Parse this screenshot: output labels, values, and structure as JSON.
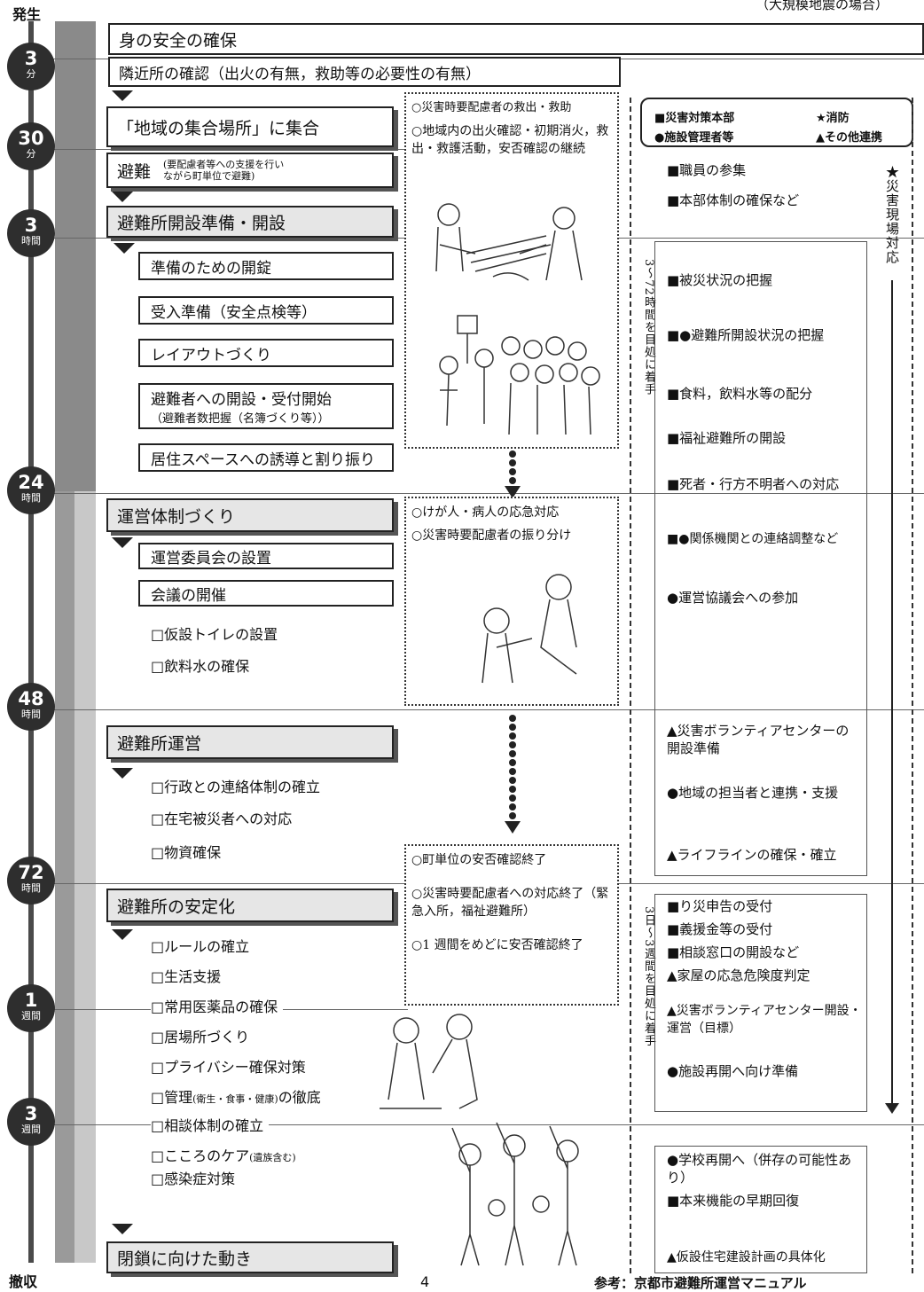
{
  "header": {
    "start_label": "発生",
    "end_label": "撤収",
    "scope_note": "（大規模地震の場合）"
  },
  "markers": [
    {
      "n": "3",
      "u": "分"
    },
    {
      "n": "30",
      "u": "分"
    },
    {
      "n": "3",
      "u": "時間"
    },
    {
      "n": "24",
      "u": "時間"
    },
    {
      "n": "48",
      "u": "時間"
    },
    {
      "n": "72",
      "u": "時間"
    },
    {
      "n": "1",
      "u": "週間"
    },
    {
      "n": "3",
      "u": "週間"
    }
  ],
  "steps": {
    "s1": "身の安全の確保",
    "s2": "隣近所の確認（出火の有無，救助等の必要性の有無）",
    "s3": "「地域の集合場所」に集合",
    "s4_main": "避難",
    "s4_note": "(要配慮者等への支援を行い\nながら町単位で避難)",
    "s5": "避難所開設準備・開設",
    "s5_sub": [
      "準備のための開錠",
      "受入準備（安全点検等）",
      "レイアウトづくり",
      "避難者への開設・受付開始",
      "居住スペースへの誘導と割り振り"
    ],
    "s5_sub4_note": "（避難者数把握（名簿づくり等））",
    "s6": "運営体制づくり",
    "s6_sub": [
      "運営委員会の設置",
      "会議の開催"
    ],
    "s6_checks": [
      "□仮設トイレの設置",
      "□飲料水の確保"
    ],
    "s7": "避難所運営",
    "s7_checks": [
      "□行政との連絡体制の確立",
      "□在宅被災者への対応",
      "□物資確保"
    ],
    "s8": "避難所の安定化",
    "s8_checks": [
      "□ルールの確立",
      "□生活支援",
      "□常用医薬品の確保",
      "□居場所づくり",
      "□プライバシー確保対策",
      "□管理",
      "□相談体制の確立",
      "□こころのケア",
      "□感染症対策"
    ],
    "s8_check6_note": "(衛生・食事・健康)",
    "s8_check6_tail": "の徹底",
    "s8_check8_note": "(遺族含む)",
    "s9": "閉鎖に向けた動き"
  },
  "middle": {
    "box1": [
      "○災害時要配慮者の救出・救助",
      "○地域内の出火確認・初期消火，救出・救護活動，安否確認の継続"
    ],
    "box2": [
      "○けが人・病人の応急対応",
      "○災害時要配慮者の振り分け"
    ],
    "box3": [
      "○町単位の安否確認終了",
      "○災害時要配慮者への対応終了（緊急入所，福祉避難所）",
      "○1 週間をめどに安否確認終了"
    ]
  },
  "legend": {
    "a": "■災害対策本部",
    "b": "★消防",
    "c": "●施設管理者等",
    "d": "▲その他連携"
  },
  "right": {
    "top": [
      "■職員の参集",
      "■本部体制の確保など"
    ],
    "v1": "3〜72時間を目処に着手",
    "mid": [
      "■被災状況の把握",
      "■●避難所開設状況の把握",
      "■食料，飲料水等の配分",
      "■福祉避難所の開設",
      "■死者・行方不明者への対応",
      "■●関係機関との連絡調整など",
      "●運営協議会への参加",
      "▲災害ボランティアセンターの開設準備",
      "●地域の担当者と連携・支援",
      "▲ライフラインの確保・確立"
    ],
    "v2": "3日〜3週間を目処に着手",
    "lower": [
      "■り災申告の受付",
      "■義援金等の受付",
      "■相談窓口の開設など",
      "▲家屋の応急危険度判定",
      "▲災害ボランティアセンター開設・運営（目標）",
      "●施設再開へ向け準備"
    ],
    "bottom": [
      "●学校再開へ（併存の可能性あり）",
      "■本来機能の早期回復",
      "▲仮設住宅建設計画の具体化"
    ],
    "fire": "★災害現場対応"
  },
  "footer": {
    "page_number": "4",
    "reference": "参考：京都市避難所運営マニュアル"
  }
}
